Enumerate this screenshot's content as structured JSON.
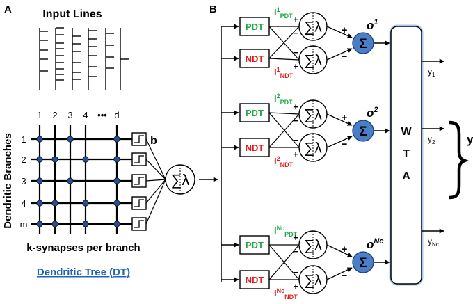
{
  "panel_a": {
    "label": "A",
    "input_title": "Input Lines",
    "column_labels": [
      "1",
      "2",
      "3",
      "4",
      "•••",
      "d"
    ],
    "row_labels": [
      "1",
      "2",
      "3",
      "4",
      "m"
    ],
    "side_label": "Dendritic Branches",
    "b_label": "b",
    "bottom_label": "k-synapses per branch",
    "caption": "Dendritic Tree (DT)",
    "neuron_symbol": "∑λ"
  },
  "panel_b": {
    "label": "B",
    "pdt_label": "PDT",
    "ndt_label": "NDT",
    "sigma": "Σ",
    "plus": "+",
    "minus": "−",
    "neuron_symbol": "∑λ",
    "groups": [
      {
        "i_base": "I",
        "pdt_sup": "1",
        "pdt_sub": "PDT",
        "ndt_sup": "1",
        "ndt_sub": "NDT",
        "o_base": "o",
        "o_sup": "1"
      },
      {
        "i_base": "I",
        "pdt_sup": "2",
        "pdt_sub": "PDT",
        "ndt_sup": "2",
        "ndt_sub": "NDT",
        "o_base": "o",
        "o_sup": "2"
      },
      {
        "i_base": "I",
        "pdt_sup": "Nc",
        "pdt_sub": "PDT",
        "ndt_sup": "Nc",
        "ndt_sub": "NDT",
        "o_base": "o",
        "o_sup": "Nc"
      }
    ],
    "wta_letters": [
      "W",
      "T",
      "A"
    ],
    "outputs": [
      {
        "base": "y",
        "sub": "1"
      },
      {
        "base": "y",
        "sub": "2"
      },
      {
        "base": "y",
        "sub": "Nc"
      }
    ],
    "y_label": "y"
  },
  "colors": {
    "pdt": "#22a84a",
    "ndt": "#e21b1b",
    "sigma_fill": "#4a7fc8",
    "wta_glow": "#a9c7ec",
    "caption": "#1e63b8"
  }
}
